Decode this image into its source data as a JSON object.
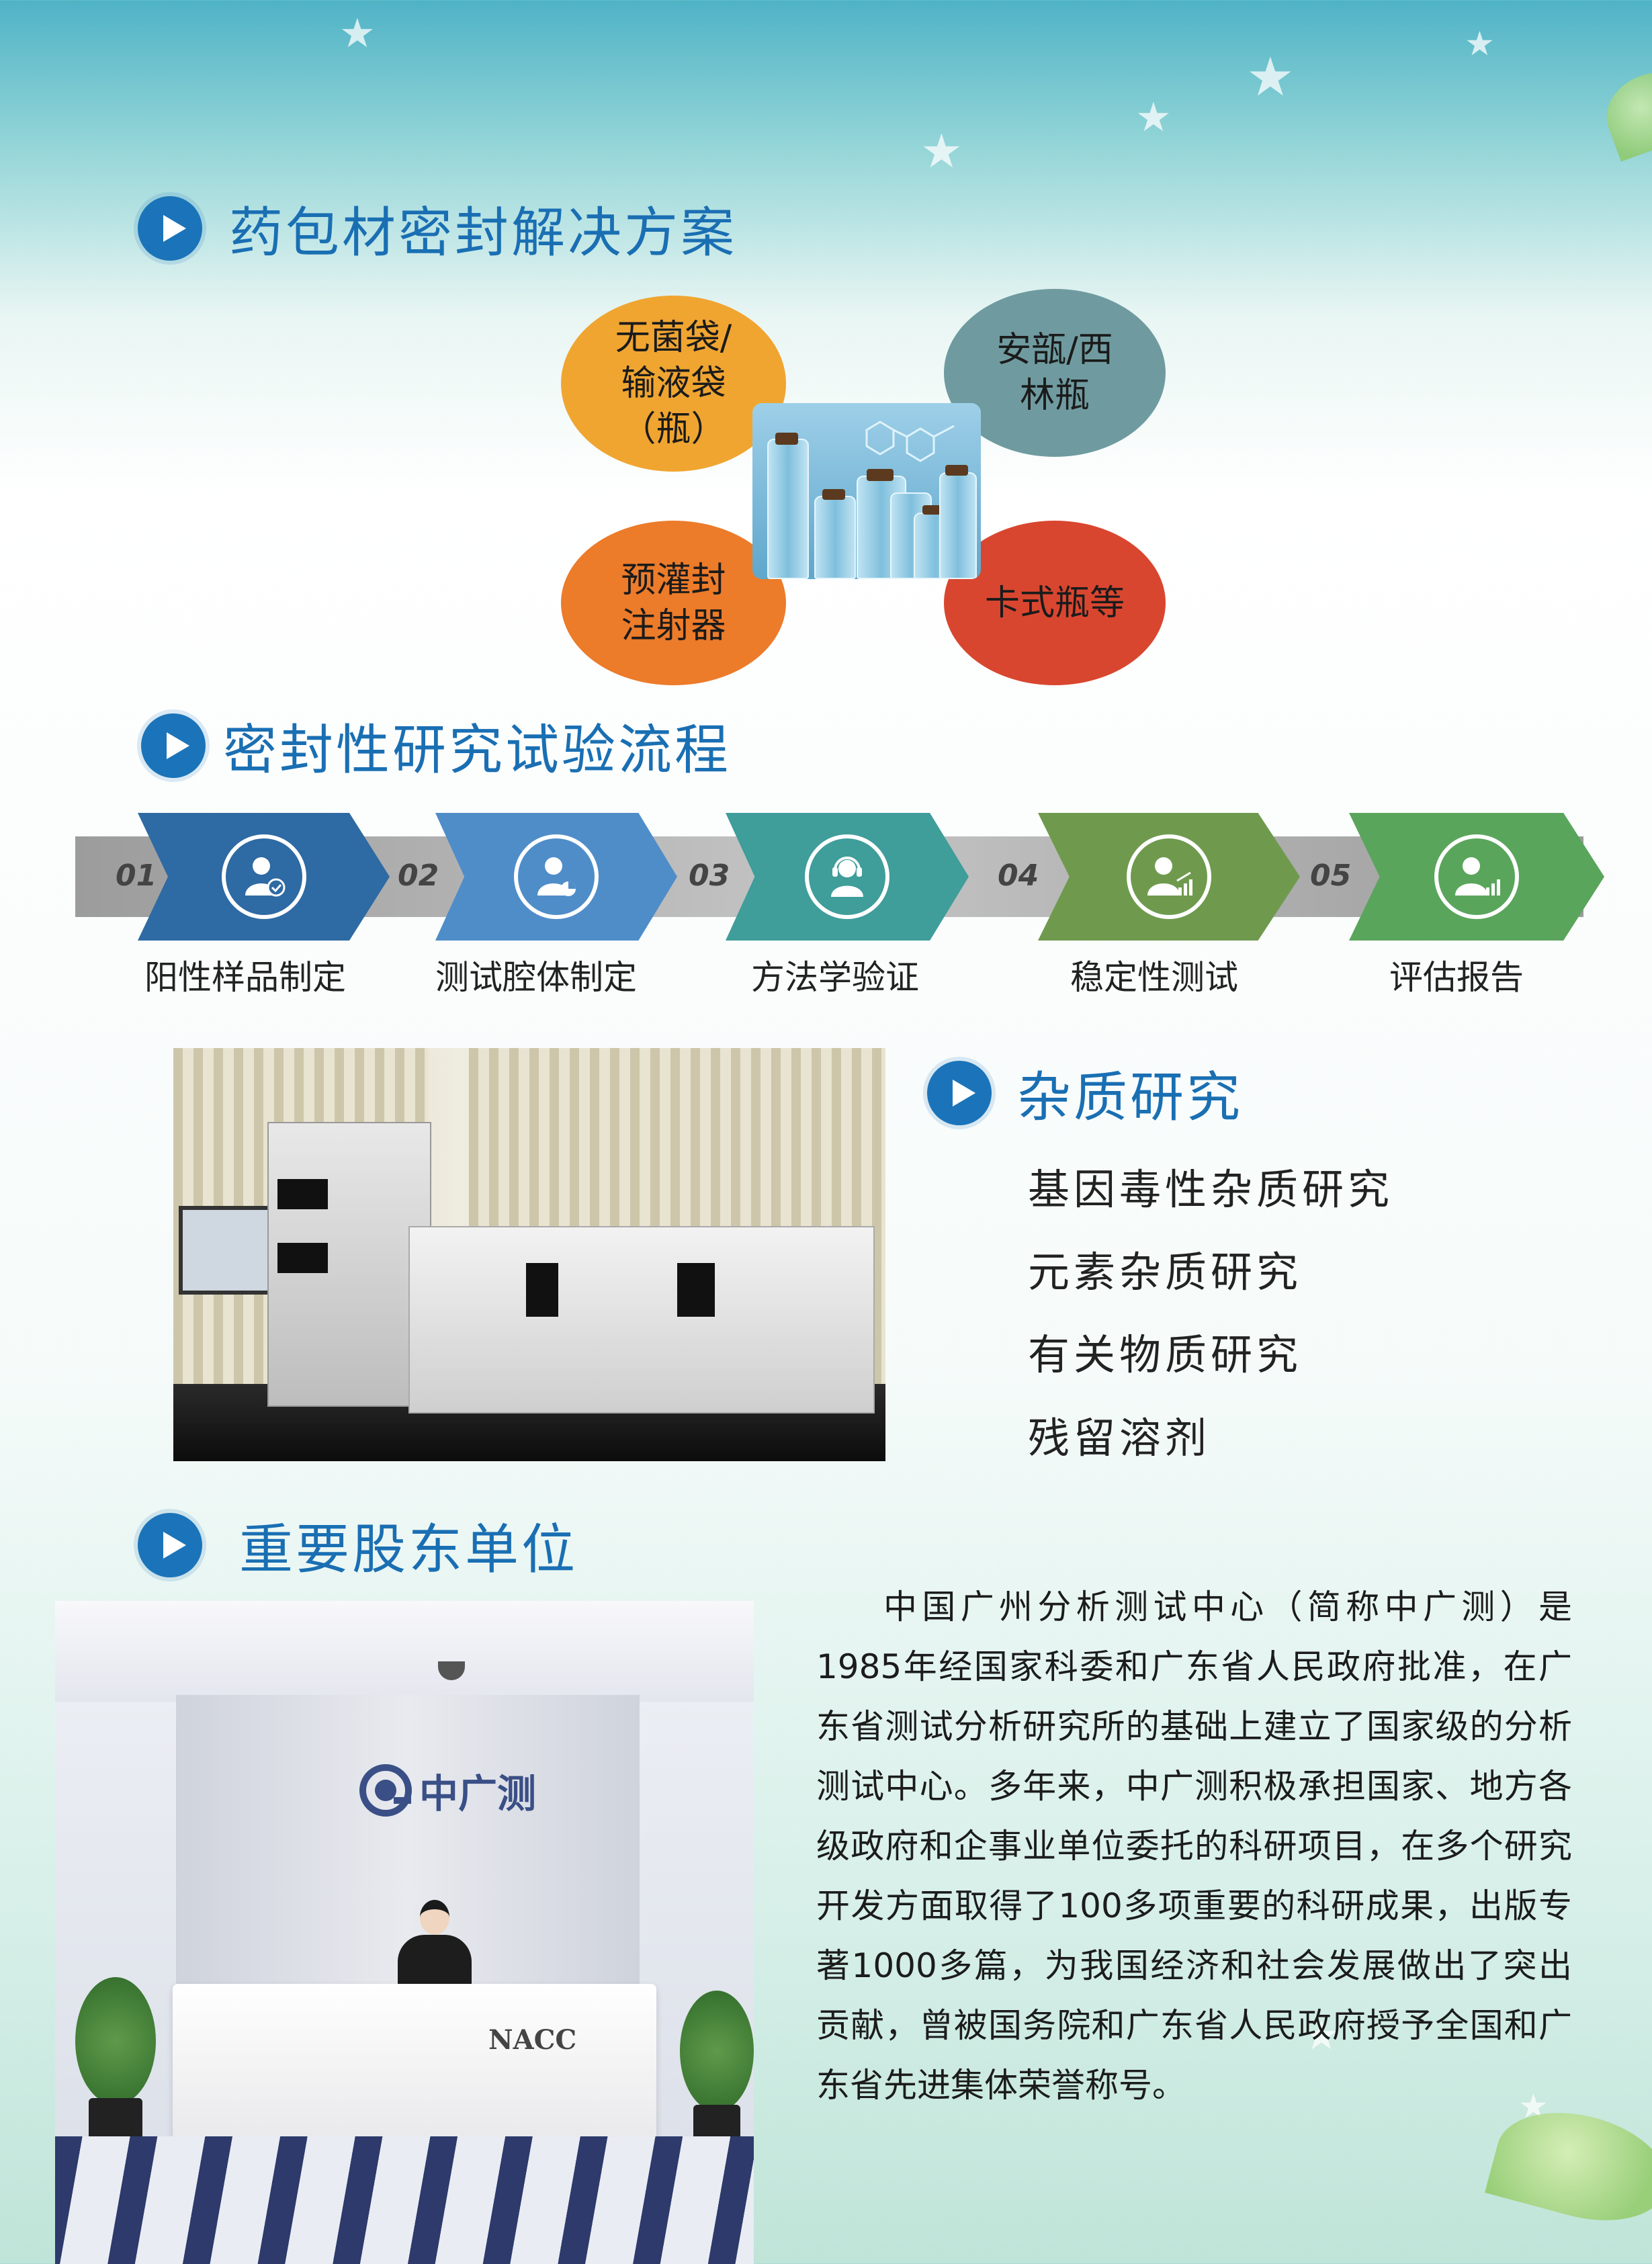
{
  "sections": {
    "packaging_title": "药包材密封解决方案",
    "process_title": "密封性研究试验流程",
    "impurity_title": "杂质研究",
    "shareholder_title": "重要股东单位"
  },
  "packaging_types": {
    "bag": "无菌袋/\n输液袋\n（瓶）",
    "ampoule": "安瓿/西\n林瓶",
    "syringe": "预灌封\n注射器",
    "cartridge": "卡式瓶等"
  },
  "process_steps": [
    {
      "num": "01",
      "label": "阳性样品制定",
      "icon": "user-check-icon"
    },
    {
      "num": "02",
      "label": "测试腔体制定",
      "icon": "user-chart-icon"
    },
    {
      "num": "03",
      "label": "方法学验证",
      "icon": "headset-agent-icon"
    },
    {
      "num": "04",
      "label": "稳定性测试",
      "icon": "user-growth-icon"
    },
    {
      "num": "05",
      "label": "评估报告",
      "icon": "user-report-icon"
    }
  ],
  "impurity_items": [
    "基因毒性杂质研究",
    "元素杂质研究",
    "有关物质研究",
    "残留溶剂"
  ],
  "lobby": {
    "logo_text": "中广测",
    "desk_text": "NACC"
  },
  "intro_text": "中国广州分析测试中心（简称中广测）是1985年经国家科委和广东省人民政府批准，在广东省测试分析研究所的基础上建立了国家级的分析测试中心。多年来，中广测积极承担国家、地方各级政府和企事业单位委托的科研项目，在多个研究开发方面取得了100多项重要的科研成果，出版专著1000多篇，为我国经济和社会发展做出了突出贡献，曾被国务院和广东省人民政府授予全国和广东省先进集体荣誉称号。",
  "colors": {
    "title_blue": "#1a6fb3",
    "step1": "#2e6aa3",
    "step2": "#4f8dc9",
    "step3": "#3f9d9a",
    "step4": "#6f9a4e",
    "step5": "#5aa55c"
  }
}
